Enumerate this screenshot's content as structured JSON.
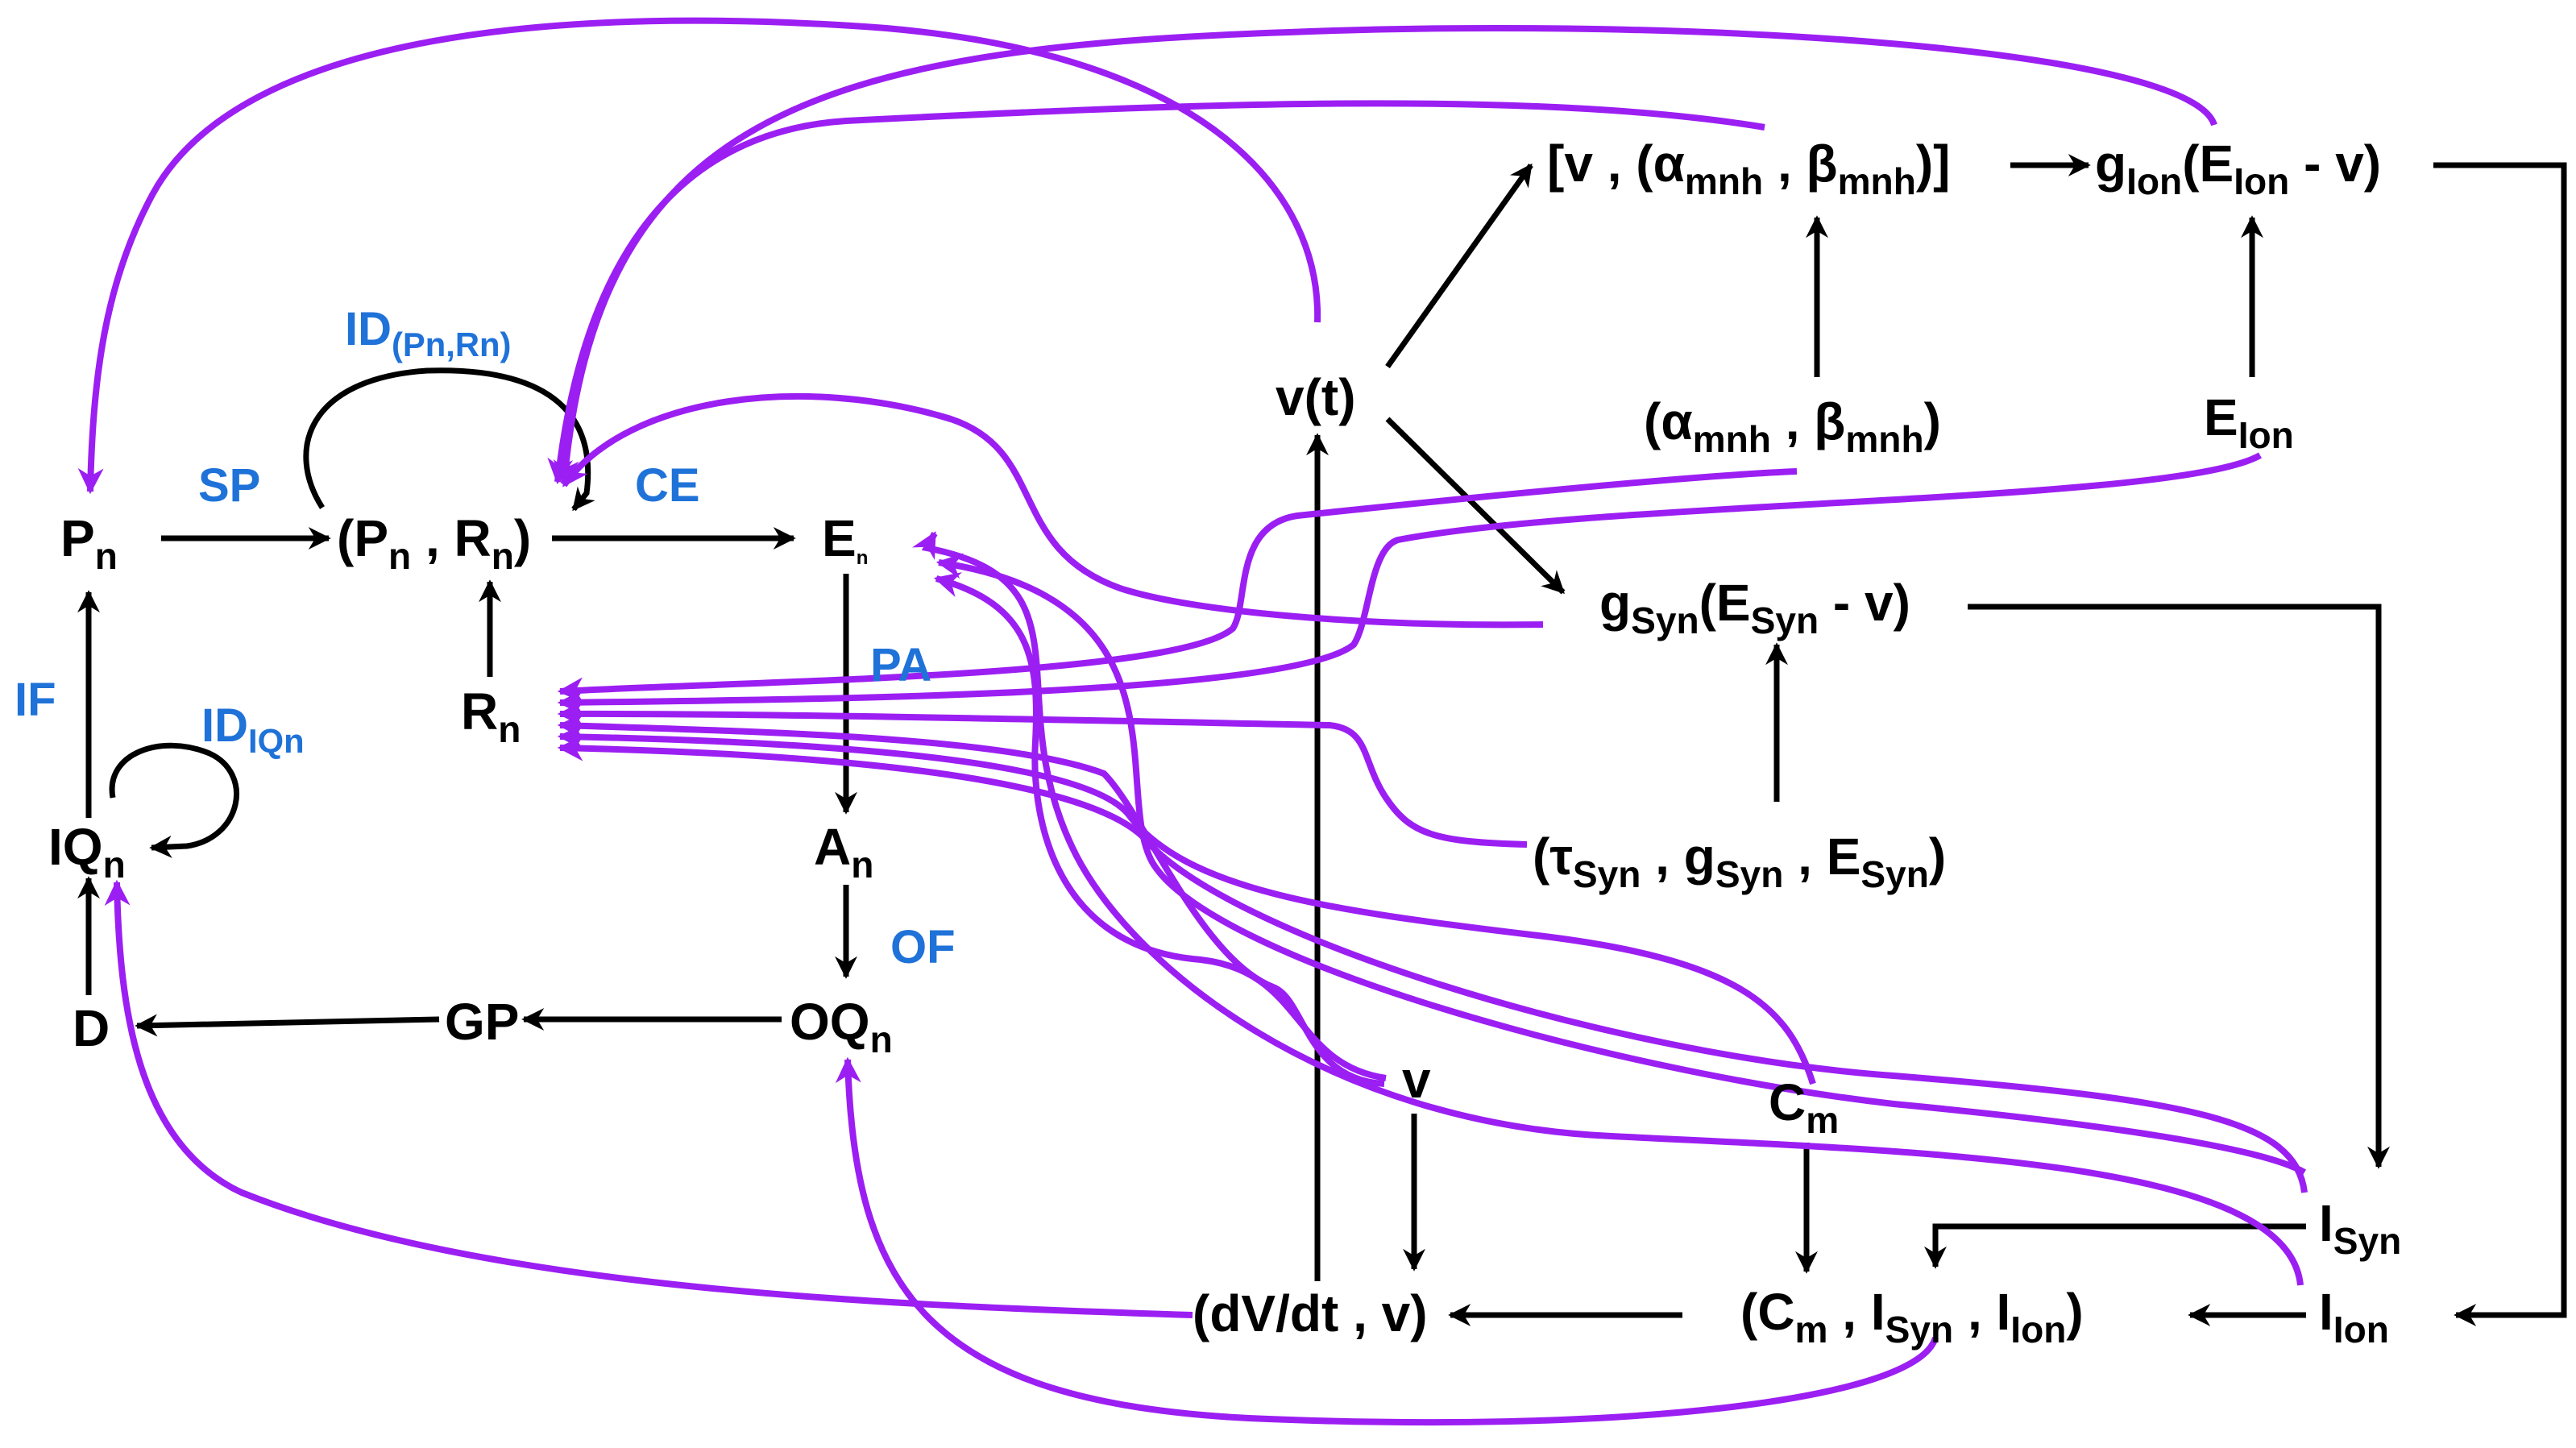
{
  "nodes": {
    "pn": {
      "main": "P",
      "sub": "n"
    },
    "pn_rn": {
      "a": "(P",
      "a_sub": "n",
      "b": " , R",
      "b_sub": "n",
      "c": ")"
    },
    "rn": {
      "main": "R",
      "sub": "n"
    },
    "en": {
      "main": "E",
      "sub": "n"
    },
    "an": {
      "main": "A",
      "sub": "n"
    },
    "oqn": {
      "main": "OQ",
      "sub": "n"
    },
    "gp": {
      "main": "GP"
    },
    "d": {
      "main": "D"
    },
    "iqn": {
      "main": "IQ",
      "sub": "n"
    },
    "vt": {
      "main": "v(t)"
    },
    "v_alpha_beta": {
      "a": "[v , (α",
      "a_sub": "mnh",
      "b": " , β",
      "b_sub": "mnh",
      "c": ")]"
    },
    "g_ion": {
      "a": "g",
      "a_sub": "Ion",
      "b": "(E",
      "b_sub": "Ion",
      "c": " - v)"
    },
    "alpha_beta": {
      "a": "(α",
      "a_sub": "mnh",
      "b": " , β",
      "b_sub": "mnh",
      "c": ")"
    },
    "e_ion": {
      "main": "E",
      "sub": "Ion"
    },
    "g_syn": {
      "a": "g",
      "a_sub": "Syn",
      "b": "(E",
      "b_sub": "Syn",
      "c": " - v)"
    },
    "syn_params": {
      "a": "(τ",
      "a_sub": "Syn",
      "b": " , g",
      "b_sub": "Syn",
      "c": " , E",
      "c_sub": "Syn",
      "d": ")"
    },
    "v": {
      "main": "v"
    },
    "cm": {
      "main": "C",
      "sub": "m"
    },
    "i_syn": {
      "main": "I",
      "sub": "Syn"
    },
    "i_ion": {
      "main": "I",
      "sub": "Ion"
    },
    "cm_isyn_iion": {
      "a": "(C",
      "a_sub": "m",
      "b": " , I",
      "b_sub": "Syn",
      "c": " , I",
      "c_sub": "Ion",
      "d": ")"
    },
    "dvdt_v": {
      "main": "(dV/dt , v)"
    }
  },
  "labels": {
    "sp": "SP",
    "ce": "CE",
    "if": "IF",
    "pa": "PA",
    "of": "OF",
    "id_pn_rn": {
      "main": "ID",
      "sub": "(Pn,Rn)"
    },
    "id_iqn": {
      "main": "ID",
      "sub": "IQn"
    }
  },
  "colors": {
    "node_text": "#000000",
    "process_label": "#1f72d8",
    "black_arrow": "#000000",
    "purple_arrow": "#9b1ff2"
  }
}
